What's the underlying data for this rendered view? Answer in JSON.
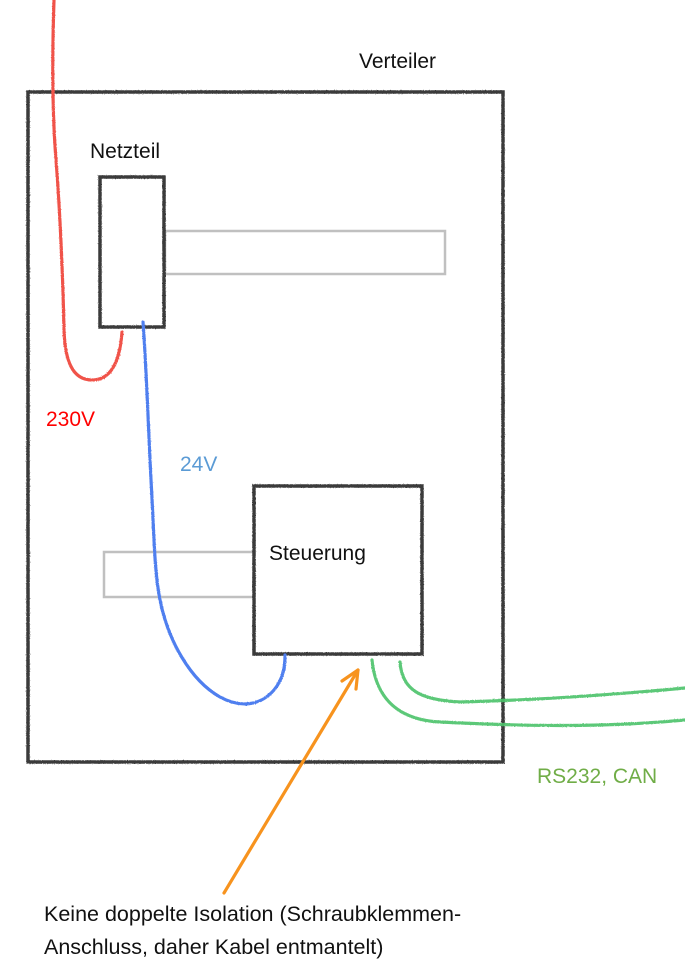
{
  "diagram": {
    "title": "Verteiler",
    "components": {
      "power_supply": {
        "label": "Netzteil"
      },
      "controller": {
        "label": "Steuerung"
      }
    },
    "wires": {
      "mains": {
        "label": "230V",
        "color": "#f0524a",
        "label_color": "#ff0000"
      },
      "low_voltage": {
        "label": "24V",
        "color": "#4f7fef",
        "label_color": "#5b9bd5"
      },
      "bus": {
        "label": "RS232, CAN",
        "color": "#4cc36a",
        "label_color": "#70ad47"
      }
    },
    "annotation": {
      "line1": "Keine doppelte Isolation (Schraubklemmen-",
      "line2": "Anschluss, daher Kabel entmantelt)",
      "arrow_color": "#f7931e"
    },
    "colors": {
      "outline": "#3a3a3a",
      "rail": "#c0c0c0"
    }
  }
}
